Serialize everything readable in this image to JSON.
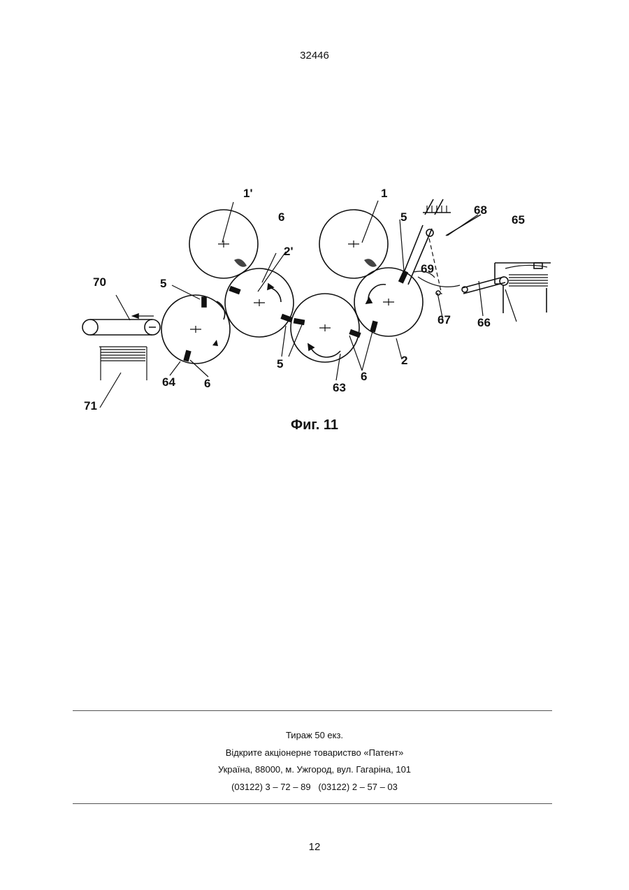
{
  "header": {
    "page_ref": "32446"
  },
  "figure": {
    "caption": "Фиг. 11",
    "labels": {
      "l1p": "1'",
      "l1": "1",
      "l2p": "2'",
      "l2": "2",
      "l5a": "5",
      "l5b": "5",
      "l5c": "5",
      "l6a": "6",
      "l6b": "6",
      "l6c": "6",
      "l63": "63",
      "l64": "64",
      "l65": "65",
      "l66": "66",
      "l67": "67",
      "l68": "68",
      "l69": "69",
      "l70": "70",
      "l71": "71"
    }
  },
  "imprint": {
    "line1": "Тираж 50 екз.",
    "line2": "Відкрите акціонерне товариство «Патент»",
    "line3": "Україна, 88000, м. Ужгород, вул. Гагаріна, 101",
    "line4": "(03122) 3 – 72 – 89   (03122) 2 – 57 – 03"
  },
  "footer": {
    "page_number": "12"
  }
}
